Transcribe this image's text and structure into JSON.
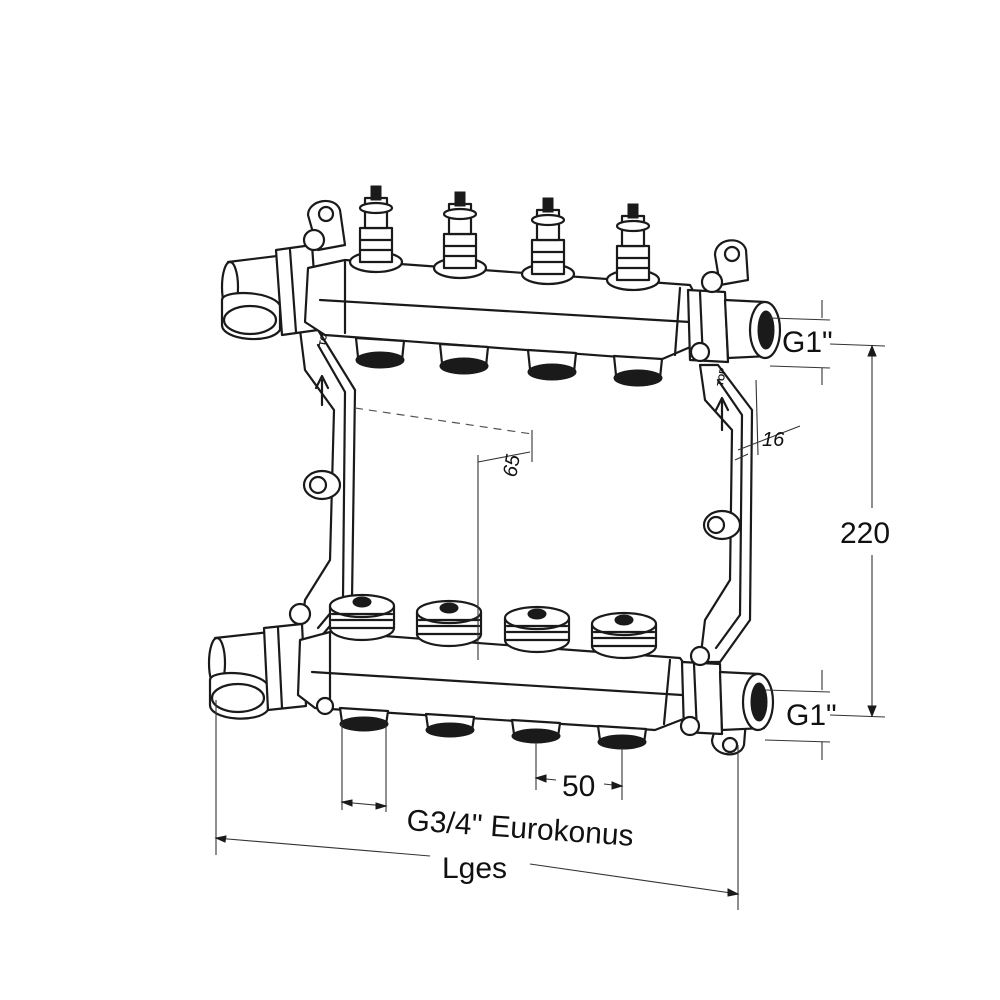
{
  "labels": {
    "g1_top": "G1\"",
    "g1_bottom": "G1\"",
    "height_220": "220",
    "dim_16": "16",
    "dim_65": "65",
    "spacing_50": "50",
    "outlet_thread": "G3/4\" Eurokonus",
    "total_length": "Lges",
    "top_marker_left": "TOP",
    "top_marker_right": "TOP"
  }
}
